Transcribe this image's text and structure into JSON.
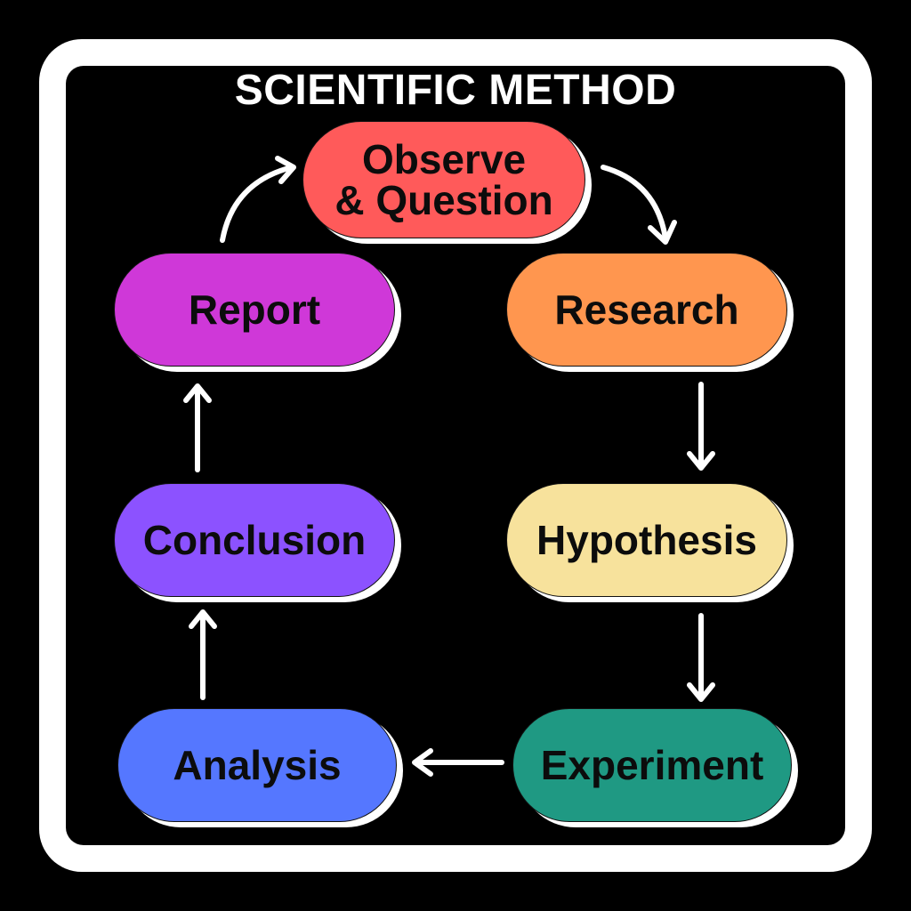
{
  "title": "SCIENTIFIC METHOD",
  "colors": {
    "frame": "#ffffff",
    "background": "#000000",
    "arrow": "#ffffff"
  },
  "steps": [
    {
      "id": "observe",
      "line1": "Observe",
      "line2": "& Question",
      "color": "#ff5a5a"
    },
    {
      "id": "research",
      "label": "Research",
      "color": "#ff964f"
    },
    {
      "id": "hypothesis",
      "label": "Hypothesis",
      "color": "#f7e29c"
    },
    {
      "id": "experiment",
      "label": "Experiment",
      "color": "#1f9983"
    },
    {
      "id": "analysis",
      "label": "Analysis",
      "color": "#5577ff"
    },
    {
      "id": "conclusion",
      "label": "Conclusion",
      "color": "#8c52ff"
    },
    {
      "id": "report",
      "label": "Report",
      "color": "#cf38d8"
    }
  ]
}
